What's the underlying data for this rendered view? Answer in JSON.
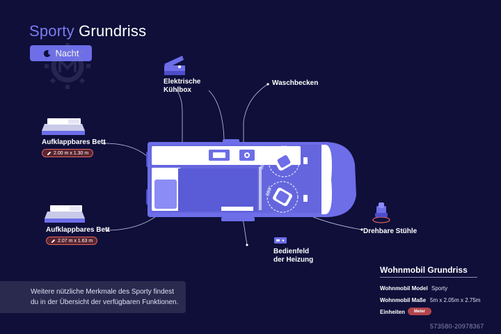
{
  "header": {
    "title_accent": "Sporty",
    "title_main": "Grundriss",
    "night_button_label": "Nacht"
  },
  "features": {
    "kuehlbox_line1": "Elektrische",
    "kuehlbox_line2": "Kühlbox",
    "waschbecken": "Waschbecken",
    "bett_top": "Aufklappbares Bett",
    "bett_top_dim": "2.00 m x 1.30 m",
    "bett_bottom": "Aufklappbares Bett",
    "bett_bottom_dim": "2.07 m x 1.63 m",
    "drehbare_stuehle": "Drehbare Stühle",
    "heizung_line1": "Bedienfeld",
    "heizung_line2": "der Heizung",
    "seat_rotation_a": "360°",
    "seat_rotation_b": "360°"
  },
  "info_box": {
    "line1": "Weitere nützliche Merkmale des Sporty findest",
    "line2": "du in der Übersicht der verfügbaren Funktionen."
  },
  "specs": {
    "title": "Wohnmobil Grundriss",
    "model_label": "Wohnmobil Model",
    "model_value": "Sporty",
    "dims_label": "Wohnmobil Maße",
    "dims_value": "5m x 2.05m x 2.75m",
    "units_label": "Einheiten",
    "units_value": "Meter"
  },
  "watermark": "573580-20978367",
  "colors": {
    "background": "#0f0f3a",
    "accent": "#6d6ee8",
    "accent_light": "#7b7cf0",
    "badge": "#b2444b"
  }
}
